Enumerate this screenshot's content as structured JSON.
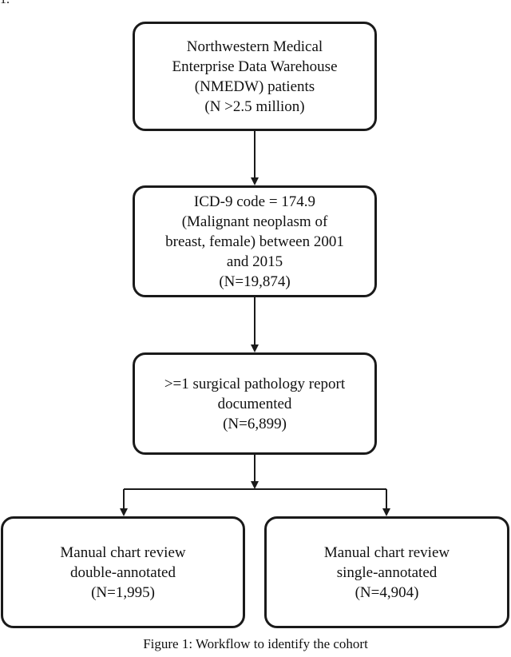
{
  "fragment": "1.",
  "boxes": {
    "nmedw": [
      "Northwestern Medical",
      "Enterprise Data Warehouse",
      "(NMEDW) patients",
      "(N >2.5 million)"
    ],
    "icd": [
      "ICD-9 code = 174.9",
      "(Malignant neoplasm of",
      "breast, female) between 2001",
      "and 2015",
      "(N=19,874)"
    ],
    "pathology": [
      ">=1 surgical pathology report",
      "documented",
      "(N=6,899)"
    ],
    "double": [
      "Manual chart review",
      "double-annotated",
      "(N=1,995)"
    ],
    "single": [
      "Manual chart review",
      "single-annotated",
      "(N=4,904)"
    ]
  },
  "caption": "Figure 1: Workflow to identify the cohort",
  "colors": {
    "stroke": "#1a1a1a"
  }
}
